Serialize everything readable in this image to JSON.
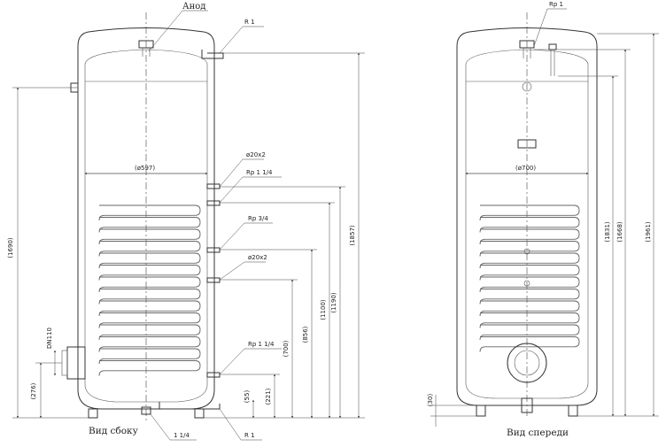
{
  "side_view": {
    "caption": "Вид сбоку",
    "anode_label": "Анод",
    "top_conn_label": "R 1",
    "diameter_label": "(ø597)",
    "left_dims": [
      "(1690)",
      "(276)"
    ],
    "flange_label": "DN110",
    "connections": [
      "ø20x2",
      "Rp 1 1/4",
      "Rp 3/4",
      "ø20x2",
      "Rp 1 1/4"
    ],
    "bottom_labels": [
      "1 1/4",
      "R 1"
    ],
    "right_dims": [
      "(1857)",
      "(1190)",
      "(1100)",
      "(856)",
      "(700)",
      "(221)",
      "(55)"
    ]
  },
  "front_view": {
    "caption": "Вид спереди",
    "top_conn_label": "Rp 1",
    "diameter_label": "(ø700)",
    "left_dim": "(30)",
    "right_dims": [
      "(1831)",
      "(1668)",
      "(1961)"
    ]
  }
}
